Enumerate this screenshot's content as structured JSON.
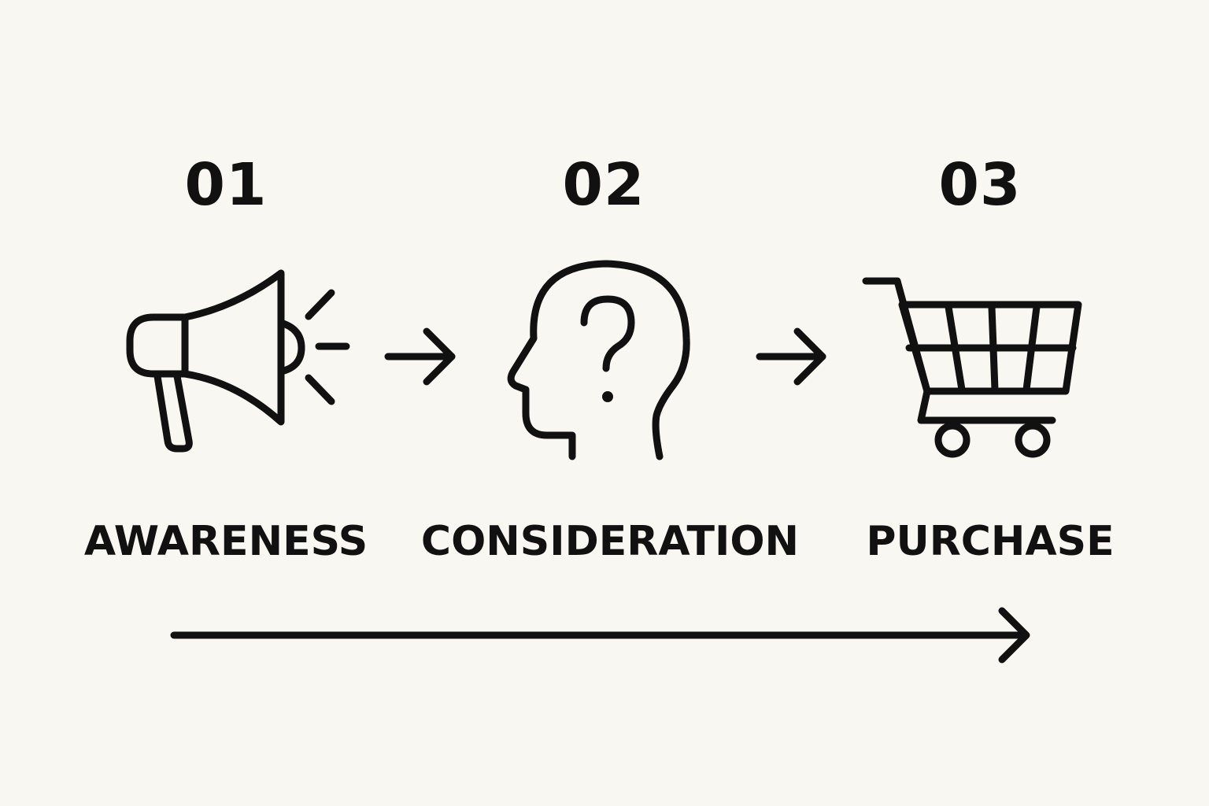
{
  "steps": [
    {
      "number": "01",
      "label": "AWARENESS",
      "icon": "megaphone-icon"
    },
    {
      "number": "02",
      "label": "CONSIDERATION",
      "icon": "head-question-icon"
    },
    {
      "number": "03",
      "label": "PURCHASE",
      "icon": "shopping-cart-icon"
    }
  ],
  "colors": {
    "background": "#f8f7f2",
    "ink": "#111111"
  }
}
